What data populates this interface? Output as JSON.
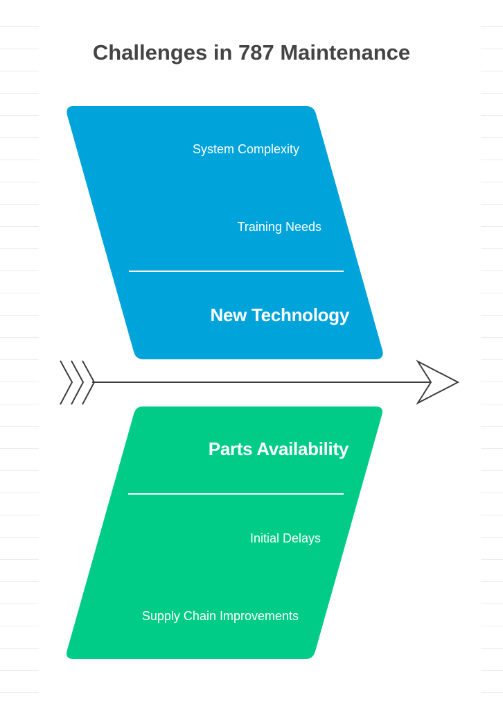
{
  "title": "Challenges in 787 Maintenance",
  "colors": {
    "new_technology": "#00a4db",
    "parts_availability": "#00cc88",
    "spine": "#3d3d3d",
    "title": "#444444"
  },
  "categories": [
    {
      "name": "New Technology",
      "position": "top",
      "causes": [
        "System Complexity",
        "Training Needs"
      ]
    },
    {
      "name": "Parts Availability",
      "position": "bottom",
      "causes": [
        "Initial Delays",
        "Supply Chain Improvements"
      ]
    }
  ]
}
